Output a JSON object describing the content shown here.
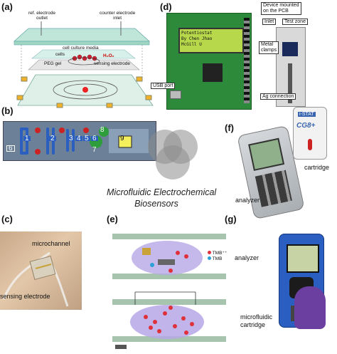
{
  "panels": {
    "a": {
      "label": "(a)",
      "texts": {
        "ref_outlet": "ref. electrode\noutlet",
        "counter_inlet": "counter electrode\ninlet",
        "cell_culture_media": "cell culture media",
        "cells": "cells",
        "h2o2": "H₂O₂",
        "peg_gel": "PEG gel",
        "sensing_electrode": "sensing electrode"
      }
    },
    "b": {
      "label": "(b)",
      "numbers": [
        "1",
        "2",
        "3",
        "4",
        "5",
        "6",
        "7",
        "8",
        "9"
      ],
      "legend_number": "6"
    },
    "c": {
      "label": "(c)",
      "texts": {
        "microchannel": "microchannel",
        "sensing_electrode": "sensing electrode"
      }
    },
    "d": {
      "label": "(d)",
      "lcd_lines": [
        "Potentiostat",
        "By Chen Jhao",
        "McGill U"
      ],
      "texts": {
        "device_mounted": "Device mounted\non the PCB",
        "inlet": "Inlet",
        "test_zone": "Test zone",
        "metal_clamps": "Metal\nclamps",
        "ag_connection": "Ag connection",
        "usb_port": "USB port"
      }
    },
    "e": {
      "label": "(e)",
      "legend": [
        "TMB⁺⁺",
        "TMB"
      ],
      "colors": {
        "tmb_ox": "#e0303a",
        "tmb": "#2aa0d8"
      }
    },
    "f": {
      "label": "(f)",
      "texts": {
        "cartridge": "cartridge",
        "analyzer": "analyzer",
        "istat": "i-STAT",
        "cg8": "CG8+"
      }
    },
    "g": {
      "label": "(g)",
      "texts": {
        "analyzer": "analyzer",
        "microfluidic_cartridge": "microfluidic\ncartridge"
      }
    }
  },
  "center_title": "Microfluidic Electrochemical\nBiosensors"
}
